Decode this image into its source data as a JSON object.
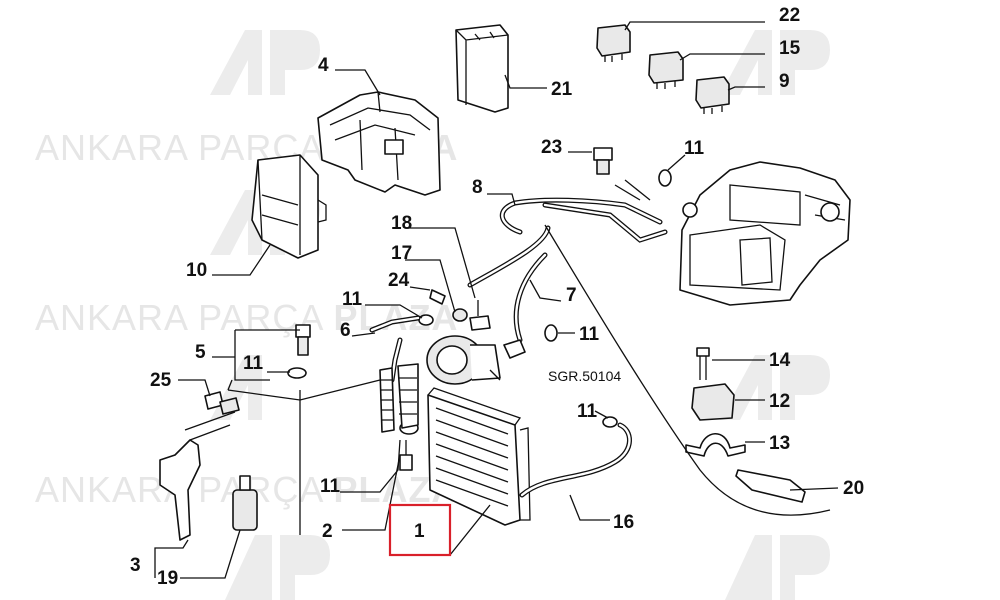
{
  "watermarks": [
    {
      "light": "ANKARA ",
      "mid": "PARÇA ",
      "bold": "PLAZA"
    },
    {
      "light": "ANKARA ",
      "mid": "PARÇA ",
      "bold": "PLAZA"
    },
    {
      "light": "ANKARA ",
      "mid": "PARÇA ",
      "bold": "PLAZA"
    }
  ],
  "diagram_code": "SGR.50104",
  "callouts": {
    "n1": "1",
    "n2": "2",
    "n3": "3",
    "n4": "4",
    "n5": "5",
    "n6": "6",
    "n7": "7",
    "n8": "8",
    "n9": "9",
    "n10": "10",
    "n11a": "11",
    "n11b": "11",
    "n11c": "11",
    "n11d": "11",
    "n11e": "11",
    "n11f": "11",
    "n12": "12",
    "n13": "13",
    "n14": "14",
    "n15": "15",
    "n16": "16",
    "n17": "17",
    "n18": "18",
    "n19": "19",
    "n20": "20",
    "n21": "21",
    "n22": "22",
    "n23": "23",
    "n24": "24",
    "n25": "25"
  },
  "highlight": {
    "part": "1",
    "color": "#d9202a"
  }
}
